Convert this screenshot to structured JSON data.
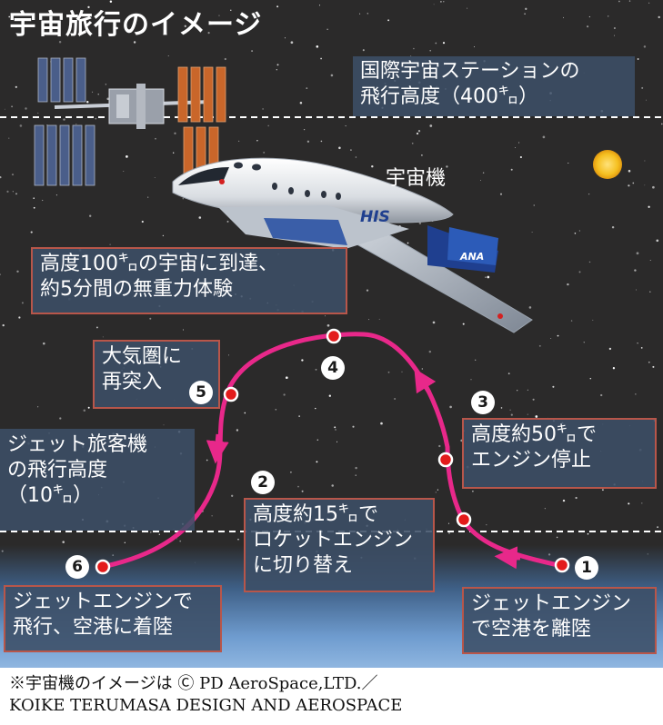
{
  "title": "宇宙旅行のイメージ",
  "iss_altitude": {
    "line1": "国際宇宙ステーションの",
    "line2": "飛行高度（400㌔）"
  },
  "spaceplane_label": "宇宙機",
  "plane_markings": {
    "his": "HIS",
    "ana": "ANA"
  },
  "zero_g": {
    "line1": "高度100㌔の宇宙に到達、",
    "line2": "約5分間の無重力体験"
  },
  "jet_altitude": {
    "line1": "ジェット旅客機",
    "line2": "の飛行高度",
    "line3": "（10㌔）"
  },
  "steps": [
    {
      "num": "1",
      "line1": "ジェットエンジン",
      "line2": "で空港を離陸"
    },
    {
      "num": "2",
      "line1": "高度約15㌔で",
      "line2": "ロケットエンジン",
      "line3": "に切り替え"
    },
    {
      "num": "3",
      "line1": "高度約50㌔で",
      "line2": "エンジン停止"
    },
    {
      "num": "4"
    },
    {
      "num": "5",
      "line1": "大気圏に",
      "line2": "再突入"
    },
    {
      "num": "6",
      "line1": "ジェットエンジンで",
      "line2": "飛行、空港に着陸"
    }
  ],
  "credit": {
    "line1": "※宇宙機のイメージは Ⓒ PD AeroSpace,LTD.／",
    "line2": "KOIKE TERUMASA DESIGN AND AEROSPACE"
  },
  "colors": {
    "flight_path": "#e8288a",
    "box": "#3c4e66",
    "box_border": "#b8564a",
    "marker": "#e31b1b",
    "sun": "#f5c021"
  }
}
